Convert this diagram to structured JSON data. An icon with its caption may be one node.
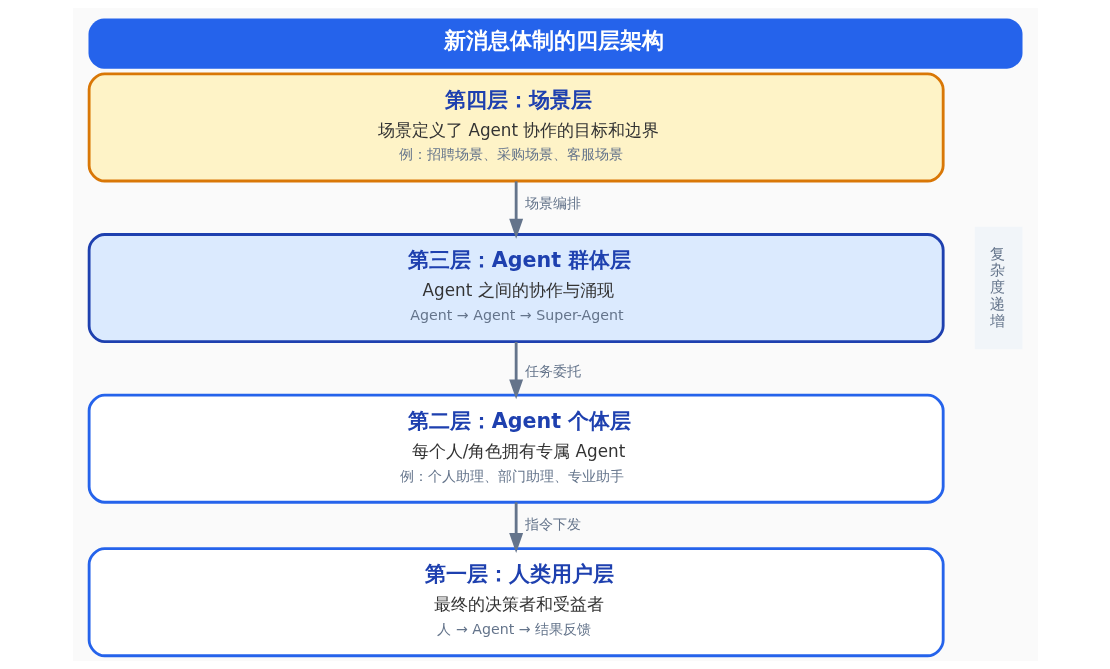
{
  "diagram": {
    "title": "新消息体制的四层架构",
    "nodes": [
      {
        "text": [
          "第四层：场景层",
          "场景定义了 Agent 协作的目标和边界",
          "例：招聘场景、采购场景、客服场景"
        ]
      },
      {
        "text": [
          "第三层：Agent 群体层",
          "Agent 之间的协作与涌现",
          "Agent → Agent → Super-Agent"
        ]
      },
      {
        "text": [
          "第二层：Agent 个体层",
          "每个人/角色拥有专属 Agent",
          "例：个人助理、部门助理、专业助手"
        ]
      },
      {
        "text": [
          "第一层：人类用户层",
          "最终的决策者和受益者",
          "人 → Agent → 结果反馈"
        ]
      },
      {
        "text": [
          "复杂度递增"
        ]
      }
    ],
    "edges": [
      {
        "from": 0,
        "to": 1,
        "arrow": "to",
        "label": "场景编排"
      },
      {
        "from": 1,
        "to": 2,
        "arrow": "to",
        "label": "任务委托"
      },
      {
        "from": 2,
        "to": 3,
        "arrow": "to",
        "label": "指令下发"
      }
    ]
  }
}
